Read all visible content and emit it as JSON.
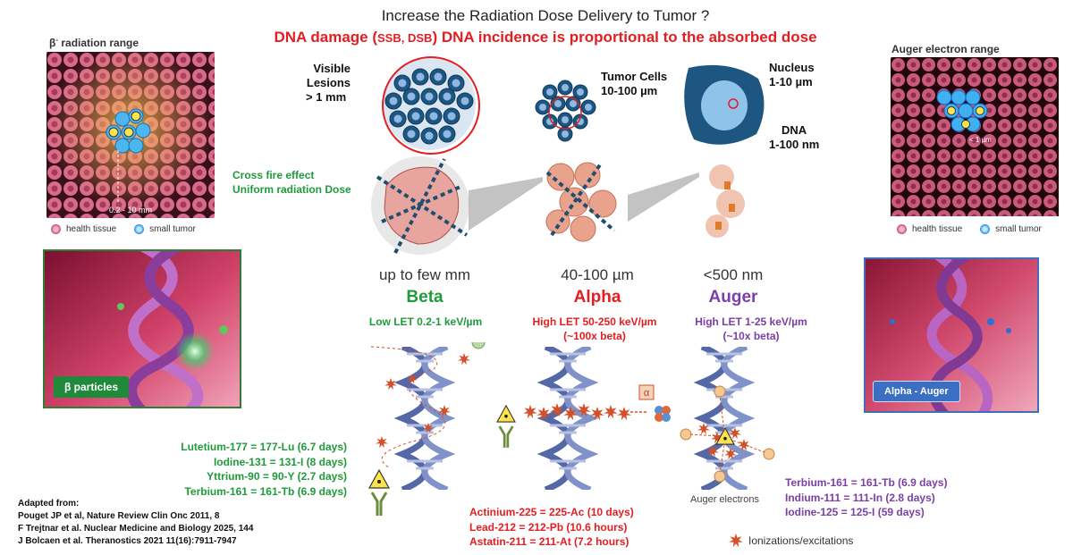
{
  "title": "Increase the Radiation Dose Delivery to Tumor ?",
  "subtitle": {
    "part1": "DNA damage (",
    "ssb": "SSB, ",
    "dsb": "DSB",
    "part2": ") DNA  incidence is proportional to the absorbed dose"
  },
  "left_panel": {
    "label_main": "radiation range",
    "label_prefix": "β",
    "label_sup": "-",
    "scale": "0.2 - 10 mm",
    "legend_health": "health tissue",
    "legend_tumor": "small tumor"
  },
  "right_panel": {
    "label": "Auger electron range",
    "scale": "< 1 µm",
    "legend_health": "health tissue",
    "legend_tumor": "small tumor"
  },
  "scales": {
    "visible_lesions": [
      "Visible Lesions",
      "> 1 mm"
    ],
    "tumor_cells": [
      "Tumor Cells",
      "10-100 µm"
    ],
    "nucleus": [
      "Nucleus",
      "1-10 µm"
    ],
    "dna": [
      "DNA",
      "1-100 nm"
    ]
  },
  "crossfire": [
    "Cross fire effect",
    "Uniform radiation Dose"
  ],
  "columns": {
    "beta": {
      "dist": "up to few mm",
      "type": "Beta",
      "let": [
        "Low LET 0.2-1 keV/µm"
      ]
    },
    "alpha": {
      "dist": "40-100 µm",
      "type": "Alpha",
      "let": [
        "High LET 50-250 keV/µm",
        "(~100x beta)"
      ]
    },
    "auger": {
      "dist": "<500 nm",
      "type": "Auger",
      "let": [
        "High LET 1-25 keV/µm",
        "(~10x beta)"
      ]
    }
  },
  "alpha_symbol": "α",
  "auger_electrons_label": "Auger electrons",
  "isotopes": {
    "beta": [
      "Lutetium-177 = 177-Lu (6.7 days)",
      "Iodine-131 = 131-I (8 days)",
      "Yttrium-90 = 90-Y (2.7 days)",
      "Terbium-161 = 161-Tb (6.9 days)"
    ],
    "alpha": [
      "Actinium-225 = 225-Ac (10 days)",
      "Lead-212 = 212-Pb (10.6 hours)",
      "Astatin-211 = 211-At  (7.2 hours)"
    ],
    "auger": [
      "Terbium-161 = 161-Tb (6.9 days)",
      "Indium-111 = 111-In (2.8 days)",
      "Iodine-125 = 125-I (59 days)"
    ]
  },
  "ionizations_label": "Ionizations/excitations",
  "photo_left_badge": "β particles",
  "photo_right_badge": "Alpha - Auger",
  "references": [
    "Adapted from:",
    "Pouget JP et al, Nature Review Clin Onc 2011, 8",
    "F Trejtnar et al. Nuclear Medicine and Biology 2025, 144",
    "J Bolcaen et al. Theranostics 2021 11(16):7911-7947"
  ],
  "colors": {
    "beta": "#1e9b3b",
    "alpha": "#e41e20",
    "auger": "#7b3fa6"
  }
}
